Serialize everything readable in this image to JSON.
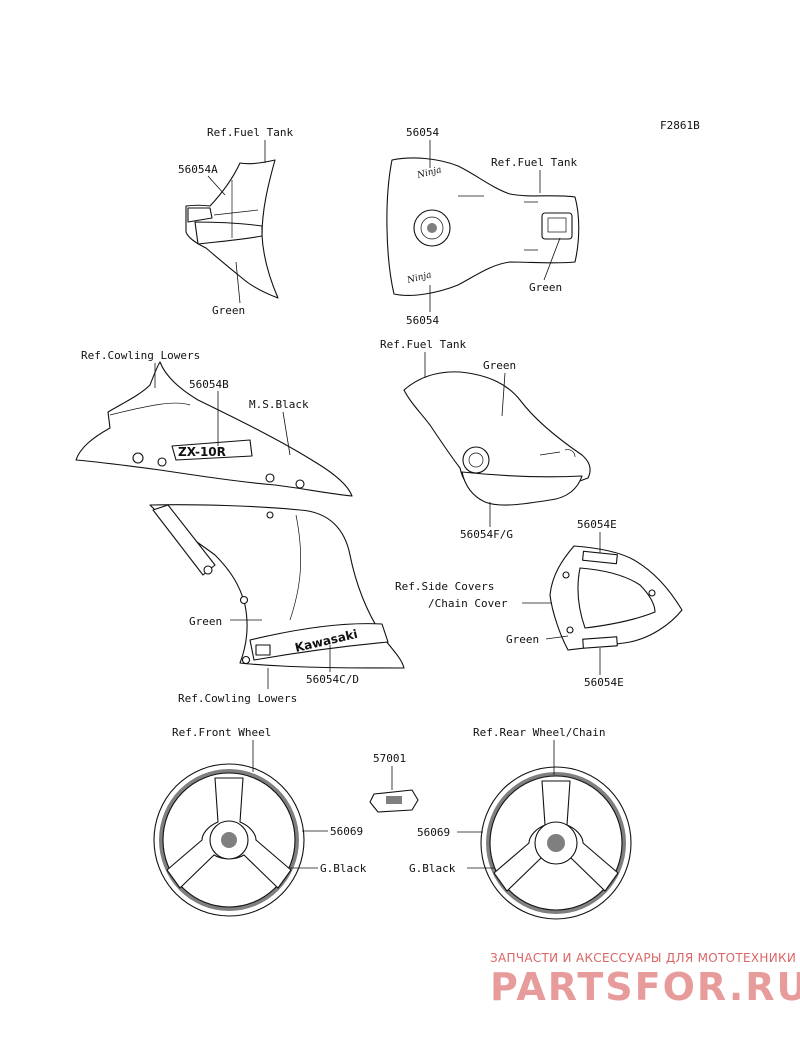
{
  "figure_code": "F2861B",
  "groups": {
    "tank_rear_cover": {
      "ref": "Ref.Fuel Tank",
      "part": "56054A",
      "color": "Green"
    },
    "tank_top": {
      "part_top": "56054",
      "ref": "Ref.Fuel Tank",
      "color": "Green",
      "part_bottom": "56054"
    },
    "cowling_upper": {
      "ref": "Ref.Cowling Lowers",
      "part": "56054B",
      "color": "M.S.Black",
      "decal_text": "ZX-10R"
    },
    "tank_side": {
      "ref": "Ref.Fuel Tank",
      "color": "Green",
      "part": "56054F/G"
    },
    "cowling_lower": {
      "color": "Green",
      "part": "56054C/D",
      "ref": "Ref.Cowling Lowers",
      "decal_text": "Kawasaki"
    },
    "side_covers": {
      "part_top": "56054E",
      "ref_line1": "Ref.Side Covers",
      "ref_line2": "/Chain Cover",
      "color": "Green",
      "part_bottom": "56054E"
    },
    "front_wheel": {
      "ref": "Ref.Front Wheel",
      "part": "56069",
      "color": "G.Black"
    },
    "small_part": {
      "part": "57001"
    },
    "rear_wheel": {
      "ref": "Ref.Rear Wheel/Chain",
      "part": "56069",
      "color": "G.Black"
    }
  },
  "tank_decal_text": "Ninja",
  "watermark": {
    "line1": "ЗАПЧАСТИ И АКСЕССУАРЫ ДЛЯ МОТОТЕХНИКИ",
    "line2": "PARTSFOR.RU"
  }
}
